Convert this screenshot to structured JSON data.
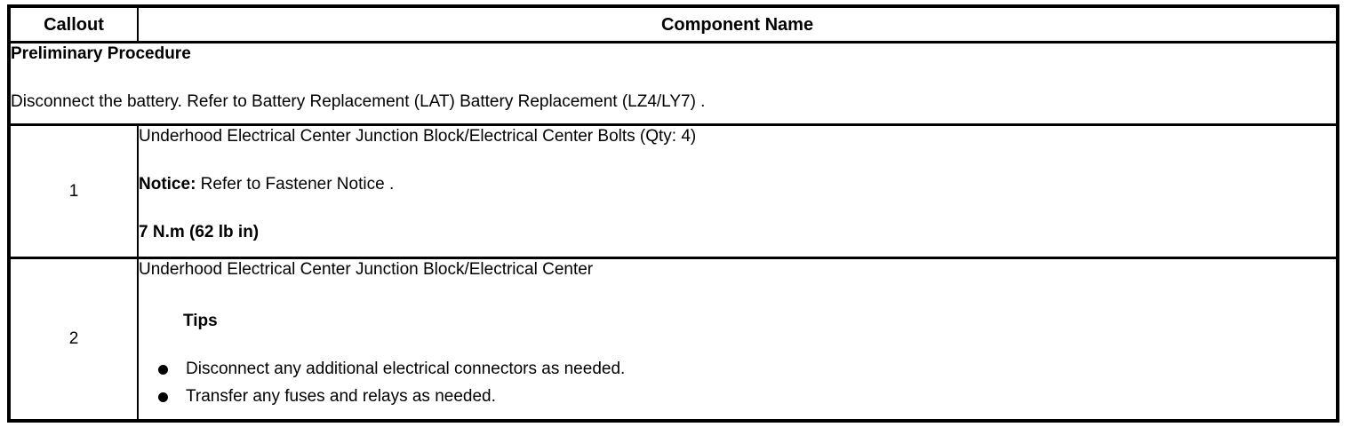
{
  "table": {
    "header": {
      "callout": "Callout",
      "component_name": "Component Name"
    },
    "preliminary": {
      "title": "Preliminary Procedure",
      "text": "Disconnect the battery. Refer to Battery Replacement (LAT) Battery Replacement (LZ4/LY7) ."
    },
    "rows": [
      {
        "callout": "1",
        "name": "Underhood Electrical Center Junction Block/Electrical Center Bolts (Qty: 4)",
        "notice_label": "Notice:",
        "notice_text": " Refer to Fastener Notice .",
        "torque": "7 N.m (62 lb in)"
      },
      {
        "callout": "2",
        "name": "Underhood Electrical Center Junction Block/Electrical Center",
        "tips_label": "Tips",
        "tips": [
          "Disconnect any additional electrical connectors as needed.",
          "Transfer any fuses and relays as needed."
        ]
      }
    ]
  },
  "colors": {
    "border": "#000000",
    "text": "#000000",
    "background": "#ffffff"
  }
}
